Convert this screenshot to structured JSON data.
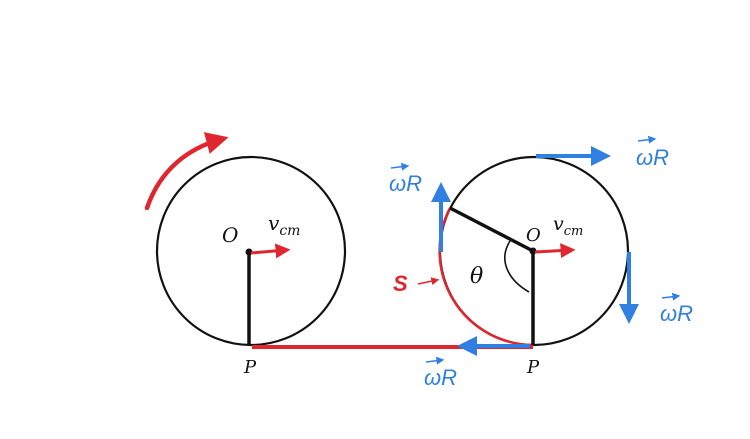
{
  "labels": {
    "center": "O",
    "contact_point": "P",
    "velocity_cm": "v",
    "velocity_cm_subscript": "cm",
    "omega_r": "ωR",
    "arc_length": "S",
    "angle": "θ"
  },
  "colors": {
    "ink": "#111111",
    "red": "#e0262e",
    "blue": "#2f80e0",
    "background": "#ffffff"
  }
}
